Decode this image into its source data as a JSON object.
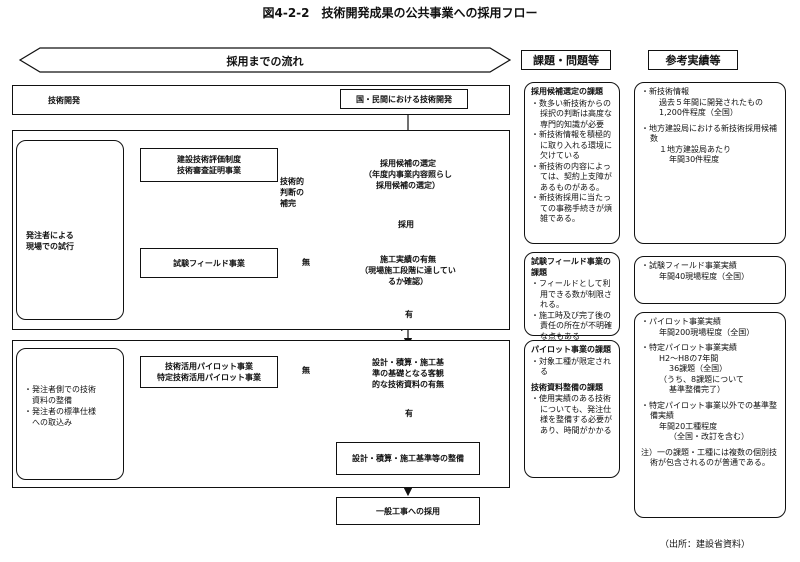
{
  "title": "図4-2-2　技術開発成果の公共事業への採用フロー",
  "flow_header": "採用までの流れ",
  "col2_header": "課題・問題等",
  "col3_header": "参考実績等",
  "flow": {
    "tech_dev": "技術開発",
    "national_private": "国・民間における技術開発",
    "trial_region": "発注者による\n現場での試行",
    "eval_system": "建設技術評価制度\n技術審査証明事業",
    "judgment": "技術的\n判断の\n補完",
    "select_candidate": "採用候補の選定\n（年度内事業内容照らし\n採用候補の選定）",
    "adopt": "採用",
    "trial_field": "試験フィールド事業",
    "none1": "無",
    "field_check": "施工実績の有無\n（現場施工段階に達してい\nるか確認）",
    "yes1": "有",
    "pilot_region": "・発注者側での技術\n　資料の整備\n・発注者の標準仕様\n　への取込み",
    "pilot_project": "技術活用パイロット事業\n特定技術活用パイロット事業",
    "none2": "無",
    "standards_check": "設計・積算・施工基\n準の基礎となる客観\n的な技術資料の有無",
    "yes2": "有",
    "standards_dev": "設計・積算・施工基準等の整備",
    "general_adopt": "一般工事への採用"
  },
  "issues": [
    {
      "heading": "採用候補選定の課題",
      "items": [
        "・数多い新技術からの採択の判断は高度な専門的知識が必要",
        "・新技術情報を積極的に取り入れる環境に欠けている",
        "・新技術の内容によっては、契約上支障があるものがある。",
        "・新技術採用に当たっての事務手続きが煩雑である。"
      ]
    },
    {
      "heading": "試験フィールド事業の課題",
      "items": [
        "・フィールドとして利用できる数が制限される。",
        "・施工時及び完了後の責任の所在が不明確な点もある"
      ]
    },
    {
      "heading": "パイロット事業の課題",
      "items": [
        "・対象工種が限定される"
      ],
      "heading2": "技術資料整備の課題",
      "items2": [
        "・使用実績のある技術についても、発注仕様を整備する必要があり、時間がかかる"
      ]
    }
  ],
  "refs": {
    "r1_a": "・新技術情報",
    "r1_b": "過去５年間に開発されたもの",
    "r1_c": "1,200件程度（全国）",
    "r1_d": "・地方建設局における新技術採用候補数",
    "r1_e": "１地方建設局あたり",
    "r1_f": "年間30件程度",
    "r2_a": "・試験フィールド事業実績",
    "r2_b": "年間40現場程度（全国）",
    "r3_a": "・パイロット事業実績",
    "r3_b": "年間200現場程度（全国）",
    "r3_c": "・特定パイロット事業実績",
    "r3_d": "H2～H8の7年間",
    "r3_e": "36課題（全国）",
    "r3_f": "（うち、8課題について",
    "r3_g": "基準整備完了）",
    "r3_h": "・特定パイロット事業以外での基準整備実績",
    "r3_i": "年間20工種程度",
    "r3_j": "（全国・改訂を含む）",
    "r3_k": "注）一の課題・工種には複数の個別技術が包含されるのが普通である。"
  },
  "source": "（出所：建設省資料）"
}
